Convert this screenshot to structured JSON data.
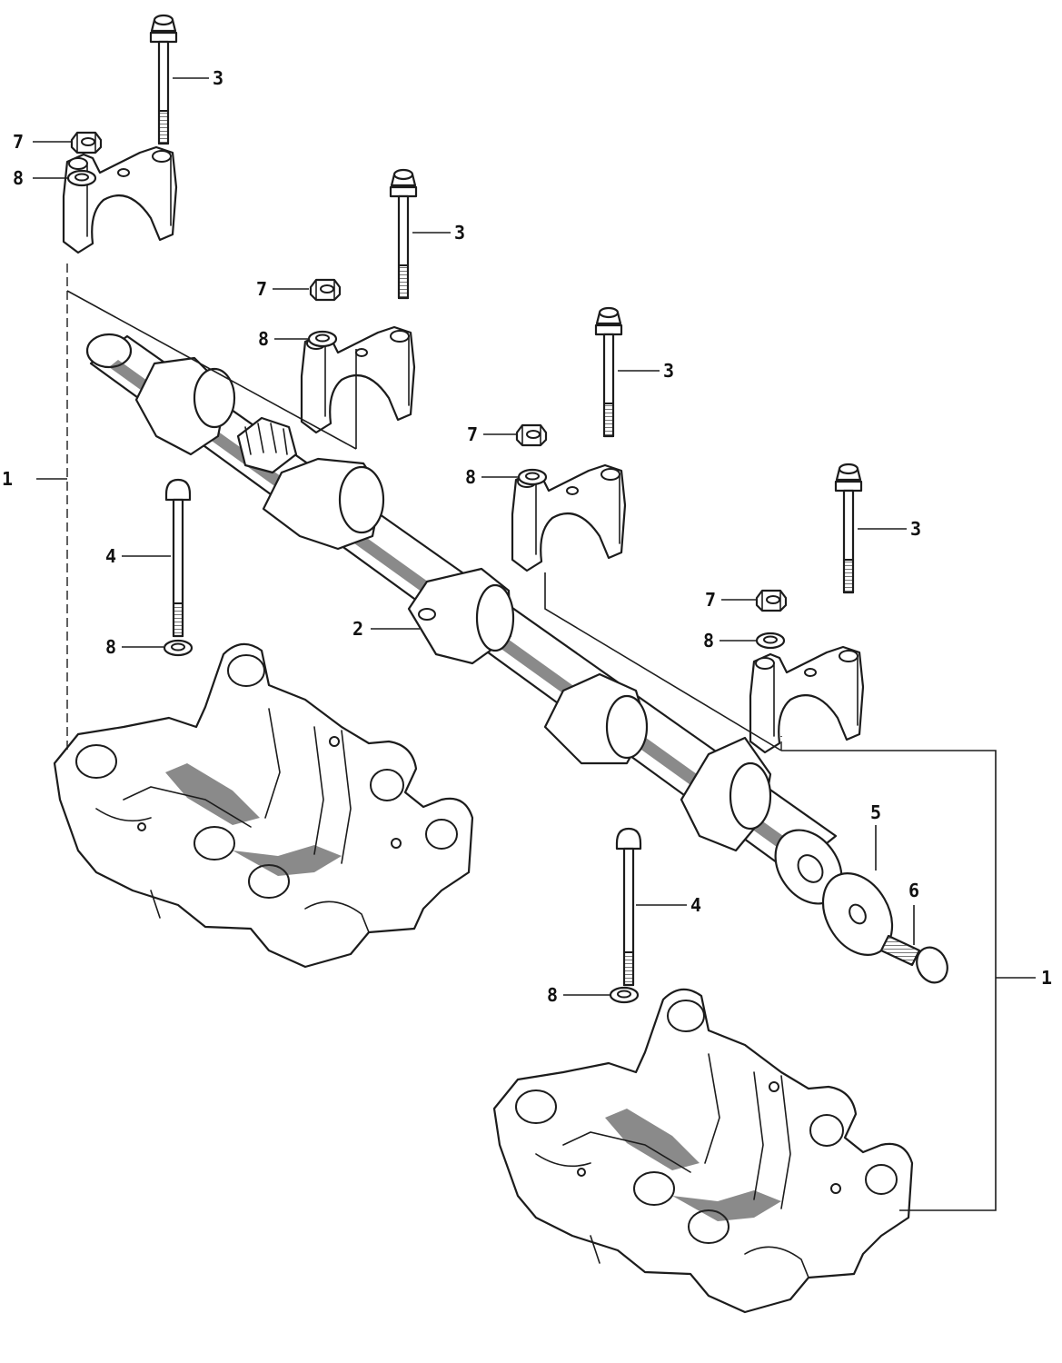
{
  "callouts": {
    "c1a": "1",
    "c1b": "1",
    "c2": "2",
    "c3a": "3",
    "c3b": "3",
    "c3c": "3",
    "c3d": "3",
    "c4a": "4",
    "c4b": "4",
    "c5": "5",
    "c6": "6",
    "c7a": "7",
    "c7b": "7",
    "c7c": "7",
    "c7d": "7",
    "c8a": "8",
    "c8b": "8",
    "c8c": "8",
    "c8d": "8",
    "c8e": "8",
    "c8f": "8"
  }
}
